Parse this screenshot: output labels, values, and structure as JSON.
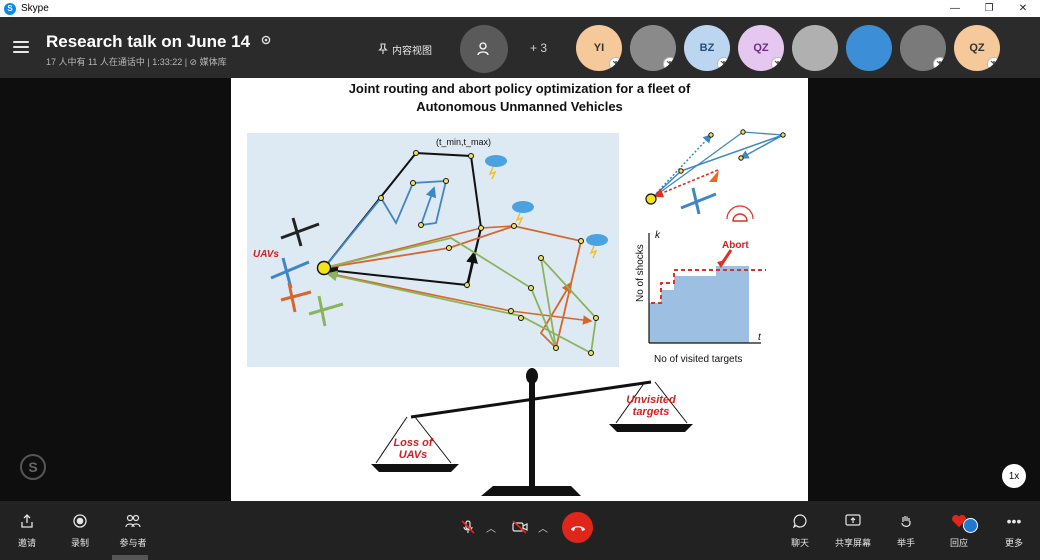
{
  "window": {
    "app_name": "Skype",
    "controls": [
      "—",
      "❐",
      "✕"
    ]
  },
  "header": {
    "title": "Research talk on June 14",
    "subtitle": "17 人中有 11 人在通话中 | 1:33:22 | ⊘ 媒体库",
    "content_view_label": "内容视图",
    "more_participants": "+ 3"
  },
  "participants": [
    {
      "initials": "YI",
      "bg": "#f6c99a",
      "fg": "#333",
      "muted": true
    },
    {
      "initials": "",
      "bg": "#8a8a8a",
      "fg": "#fff",
      "muted": true
    },
    {
      "initials": "BZ",
      "bg": "#bcd6f2",
      "fg": "#2a4d7a",
      "muted": true
    },
    {
      "initials": "QZ",
      "bg": "#e6c7f0",
      "fg": "#6a2d82",
      "muted": true
    },
    {
      "initials": "",
      "bg": "#b0b0b0",
      "fg": "#fff",
      "muted": false
    },
    {
      "initials": "",
      "bg": "#3c8fd6",
      "fg": "#fff",
      "muted": false
    },
    {
      "initials": "",
      "bg": "#7a7a7a",
      "fg": "#fff",
      "muted": true
    },
    {
      "initials": "QZ",
      "bg": "#f6c99a",
      "fg": "#333",
      "muted": true
    }
  ],
  "slide": {
    "title_line1": "Joint routing and abort policy optimization for a fleet of",
    "title_line2": "Autonomous Unmanned  Vehicles",
    "uavs_label": "UAVs",
    "time_window_label": "(t_min,t_max)",
    "abort_label": "Abort",
    "y_axis_label": "No of shocks",
    "x_axis_label": "No of visited targets",
    "k_label": "k",
    "t_label": "t",
    "loss_label_1": "Loss of",
    "loss_label_2": "UAVs",
    "unvisited_label_1": "Unvisited",
    "unvisited_label_2": "targets"
  },
  "stage": {
    "speed_badge": "1x"
  },
  "toolbar": {
    "invite": "邀请",
    "record": "录制",
    "participants": "参与者",
    "chat": "聊天",
    "share_screen": "共享屏幕",
    "raise_hand": "举手",
    "react": "回应",
    "more": "更多"
  },
  "colors": {
    "end_call": "#e0251b",
    "react_heart": "#e0251b",
    "react_badge": "#1f78d1"
  }
}
